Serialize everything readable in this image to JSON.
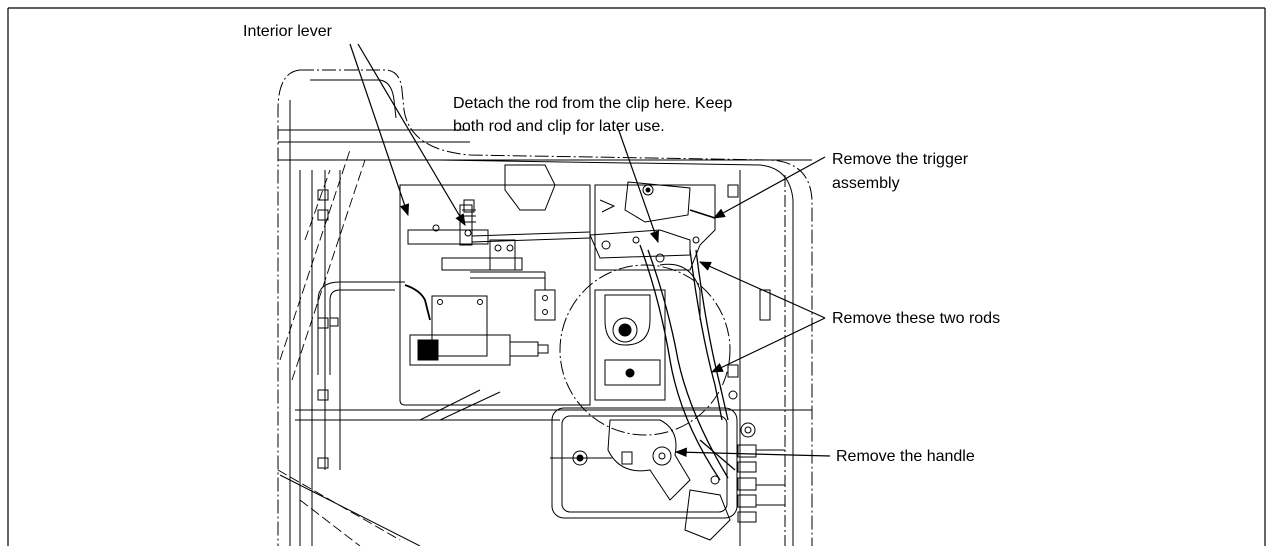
{
  "callouts": {
    "interior_lever": "Interior lever",
    "detach_line1": "Detach the rod from the clip here. Keep",
    "detach_line2": "both rod and clip for later use.",
    "trigger_line1": "Remove the trigger",
    "trigger_line2": "assembly",
    "two_rods": "Remove these two rods",
    "handle": "Remove the handle"
  },
  "colors": {
    "ink": "#000000",
    "paper": "#ffffff"
  }
}
